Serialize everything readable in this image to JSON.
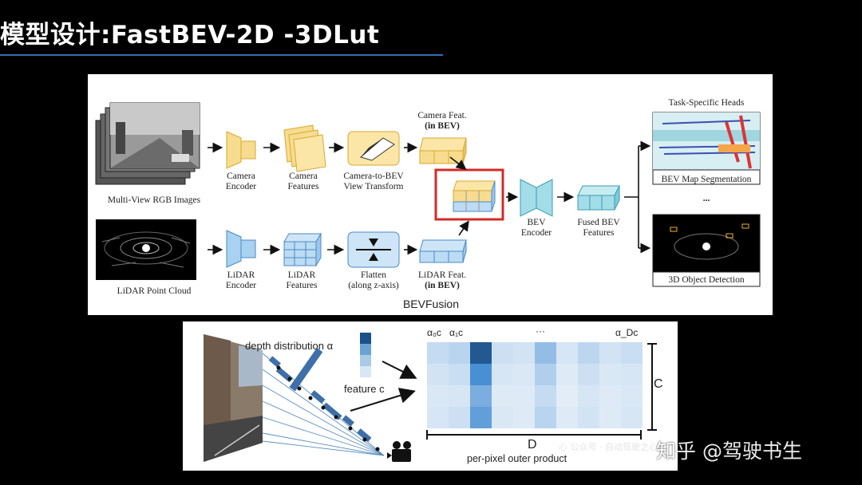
{
  "slide": {
    "title": "模型设计:FastBEV-2D -3DLut"
  },
  "bevfusion": {
    "caption": "BEVFusion",
    "inputs": {
      "camera": "Multi-View RGB Images",
      "lidar": "LiDAR Point Cloud"
    },
    "camera_branch": {
      "encoder": [
        "Camera",
        "Encoder"
      ],
      "features": [
        "Camera",
        "Features"
      ],
      "view_transform": [
        "Camera-to-BEV",
        "View Transform"
      ],
      "bev_feat": [
        "Camera Feat.",
        "(in BEV)"
      ]
    },
    "lidar_branch": {
      "encoder": [
        "LiDAR",
        "Encoder"
      ],
      "features": [
        "LiDAR",
        "Features"
      ],
      "flatten": [
        "Flatten",
        "(along z-axis)"
      ],
      "bev_feat": [
        "LiDAR Feat.",
        "(in BEV)"
      ]
    },
    "bev_encoder": [
      "BEV",
      "Encoder"
    ],
    "fused": [
      "Fused BEV",
      "Features"
    ],
    "heads": {
      "title": "Task-Specific Heads",
      "seg": "BEV Map Segmentation",
      "ellipsis": "...",
      "det": "3D Object Detection"
    },
    "colors": {
      "camera": "#f5d47a",
      "lidar": "#8ec3ea",
      "fused": "#a3dde8",
      "highlight": "#d22b25"
    }
  },
  "lss": {
    "depth_label": "depth distribution α",
    "feature_label": "feature c",
    "col_labels": [
      "α₀c",
      "α₁c",
      "···",
      "α_Dc"
    ],
    "c_label": "C",
    "d_label": "D",
    "caption": "per-pixel outer product",
    "matrix_colors": [
      "#e3eef9",
      "#dbe8f6",
      "#1a4f88",
      "#dfeaf7",
      "#e6eff9",
      "#cfe0f2",
      "#eaf2fb",
      "#dde9f6",
      "#e8f0fa",
      "#dbe8f5"
    ]
  },
  "watermark": {
    "main": "知乎 @驾驶书生",
    "faint": "心 公众号 · 自动驾驶之心"
  }
}
